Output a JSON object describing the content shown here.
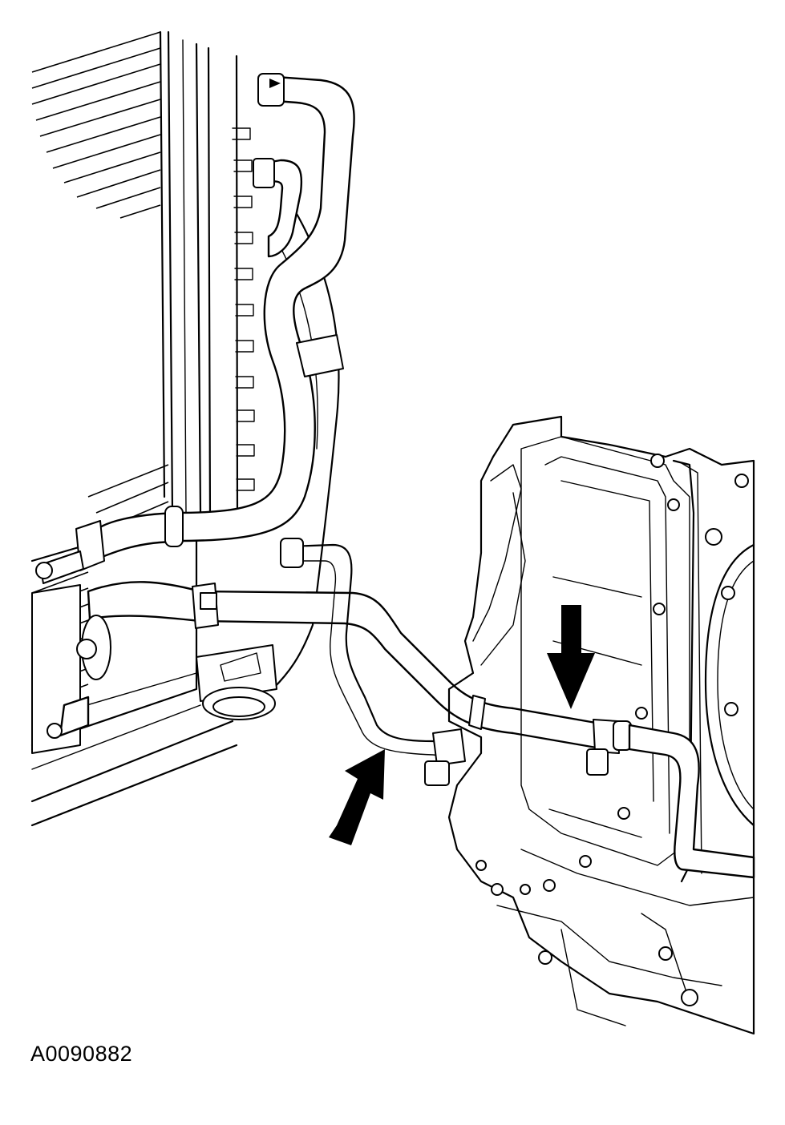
{
  "figure": {
    "id_label": "A0090882"
  },
  "colors": {
    "line": "#000000",
    "background": "#ffffff"
  },
  "callouts": [
    {
      "name": "arrow-down",
      "direction": "down"
    },
    {
      "name": "arrow-up-right",
      "direction": "up-right"
    }
  ]
}
